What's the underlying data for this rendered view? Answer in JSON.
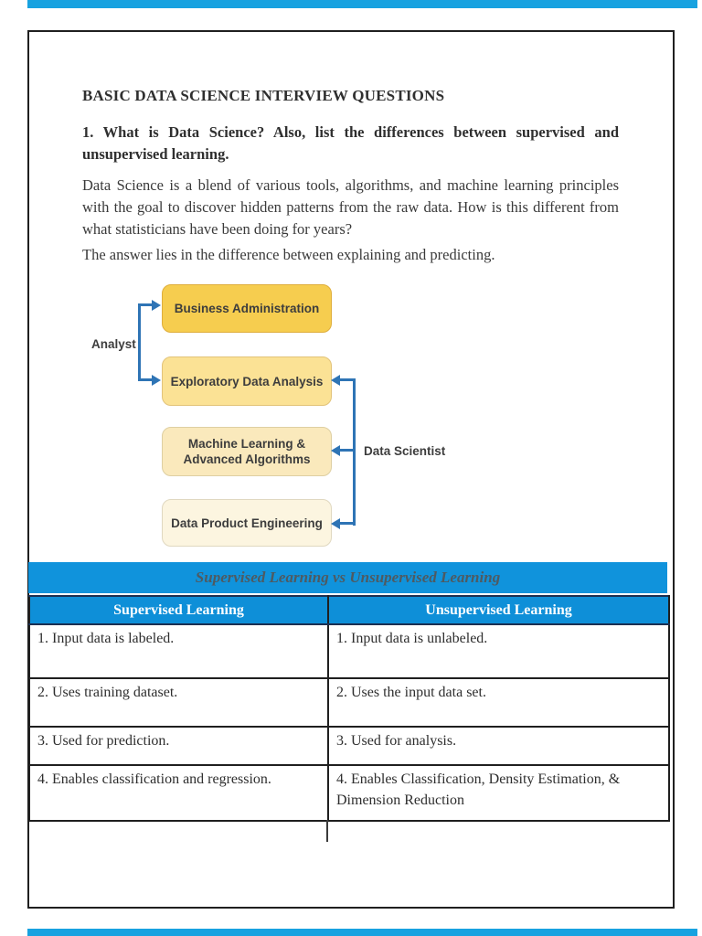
{
  "document": {
    "title": "BASIC DATA SCIENCE INTERVIEW QUESTIONS",
    "question_heading": "1. What is Data Science? Also, list the differences between supervised and unsupervised learning.",
    "paragraph1": "Data Science is a blend of various tools, algorithms, and machine learning principles with the goal to discover hidden patterns from the raw data. How is this different from what statisticians have been doing for years?",
    "paragraph2": "The answer lies in the difference between explaining and predicting."
  },
  "diagram": {
    "boxes": [
      {
        "label": "Business Administration",
        "fill": "#f6cd4f"
      },
      {
        "label": "Exploratory Data Analysis",
        "fill": "#fbe295"
      },
      {
        "label": "Machine Learning &\nAdvanced Algorithms",
        "fill": "#fae9bc"
      },
      {
        "label": "Data Product Engineering",
        "fill": "#fcf5e0"
      }
    ],
    "left_label": "Analyst",
    "right_label": "Data Scientist",
    "arrow_color": "#2e74b5"
  },
  "comparison": {
    "banner_title": "Supervised Learning vs Unsupervised Learning",
    "banner_bg": "#1093dc",
    "header_bg": "#0e8fd8",
    "columns": [
      "Supervised Learning",
      "Unsupervised Learning"
    ],
    "rows": [
      [
        "1. Input data is labeled.",
        "1. Input data is unlabeled."
      ],
      [
        "2. Uses training dataset.",
        "2. Uses the input data set."
      ],
      [
        "3. Used for prediction.",
        "3. Used for analysis."
      ],
      [
        "4. Enables classification and regression.",
        "4. Enables Classification, Density Estimation, & Dimension Reduction"
      ]
    ]
  },
  "viewer": {
    "adjacent_page_color": "#18a2e0"
  }
}
